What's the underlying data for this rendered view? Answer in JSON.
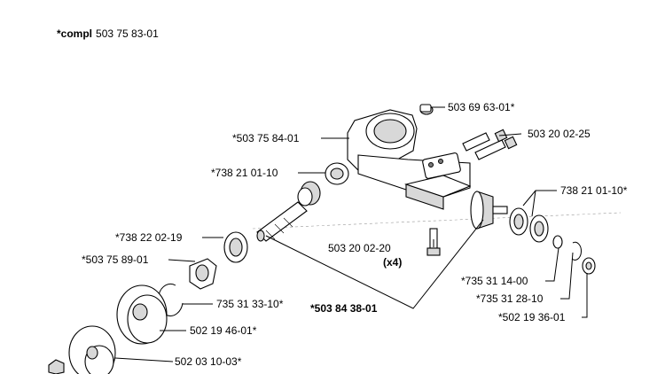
{
  "header": {
    "prefix": "*compl",
    "number": "503 75 83-01"
  },
  "parts": {
    "screw_top": "503 69 63-01*",
    "housing": "*503 75 84-01",
    "bolts_right": "503 20 02-25",
    "bearing_upper": "*738 21 01-10",
    "bearing_right": "738 21 01-10*",
    "seal": "*738 22 02-19",
    "bolt_lower": "503 20 02-20",
    "bolt_lower_qty": "(x4)",
    "washer_left": "*503 75 89-01",
    "ring_735_31_14": "*735 31 14-00",
    "ring_735_31_28": "*735 31 28-10",
    "circlip": "735 31 33-10*",
    "gear_set": "*503 84 38-01",
    "flange_bearing": "*502 19 36-01",
    "support_cup": "502 19 46-01*",
    "thrust_washer": "502 03 10-03*"
  }
}
